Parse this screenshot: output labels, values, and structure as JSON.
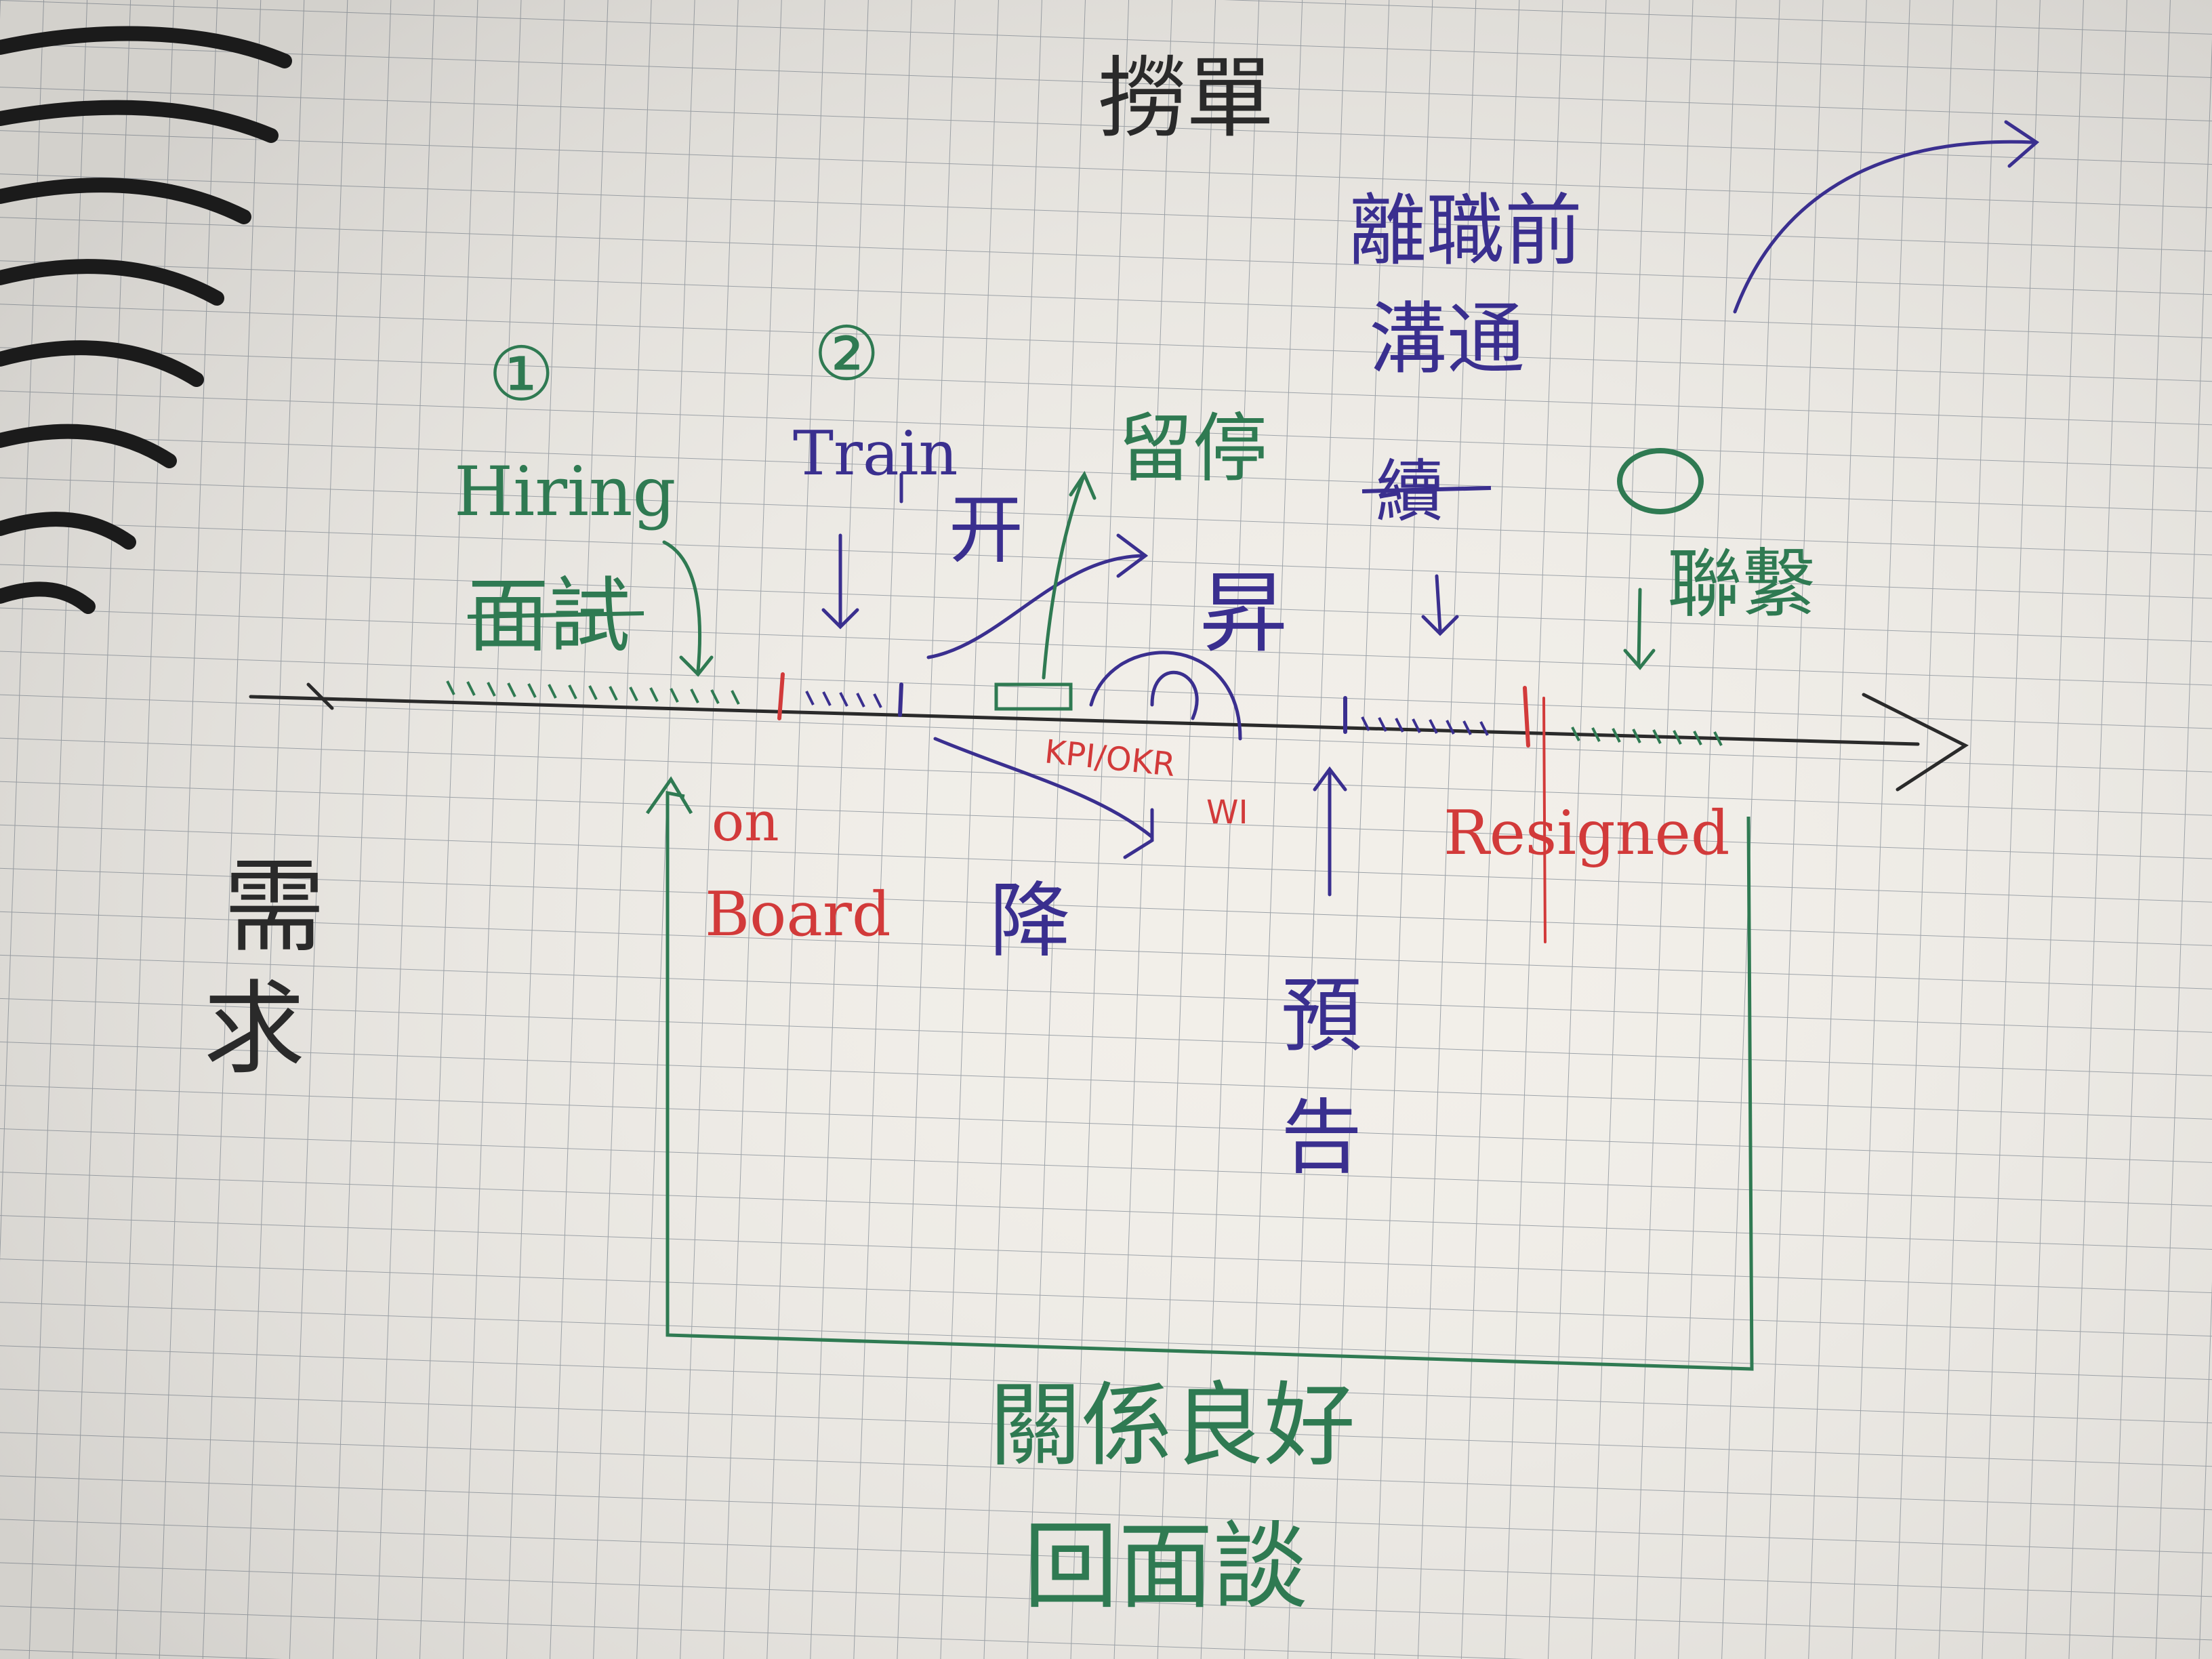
{
  "notebook": {
    "paper_color": "#f2efe9",
    "grid_color": "#9aa0a6",
    "spiral_color": "#1b1b1b"
  },
  "colors": {
    "black": "#2a2a2a",
    "blue": "#3a2f8f",
    "green": "#2f7a52",
    "red": "#d23a3a"
  },
  "labels": {
    "top_title": "撈單",
    "top_right_line1": "離職前",
    "top_right_line2": "溝通",
    "left_vertical": "需求",
    "step1": "①",
    "step1_text": "Hiring",
    "step1_sub": "面試",
    "step2": "②",
    "step2_text": "Train",
    "kaifa": "开",
    "liuren": "留停",
    "sheng": "昇",
    "jiang": "降",
    "on": "on",
    "board": "Board",
    "kpi_okr": "KPI/OKR",
    "wi": "WI",
    "resigned": "Resigned",
    "zhuxu": "續",
    "lianxi": "聯繫",
    "yugao": "預告",
    "relationship": "關係良好",
    "interview": "回面談"
  }
}
